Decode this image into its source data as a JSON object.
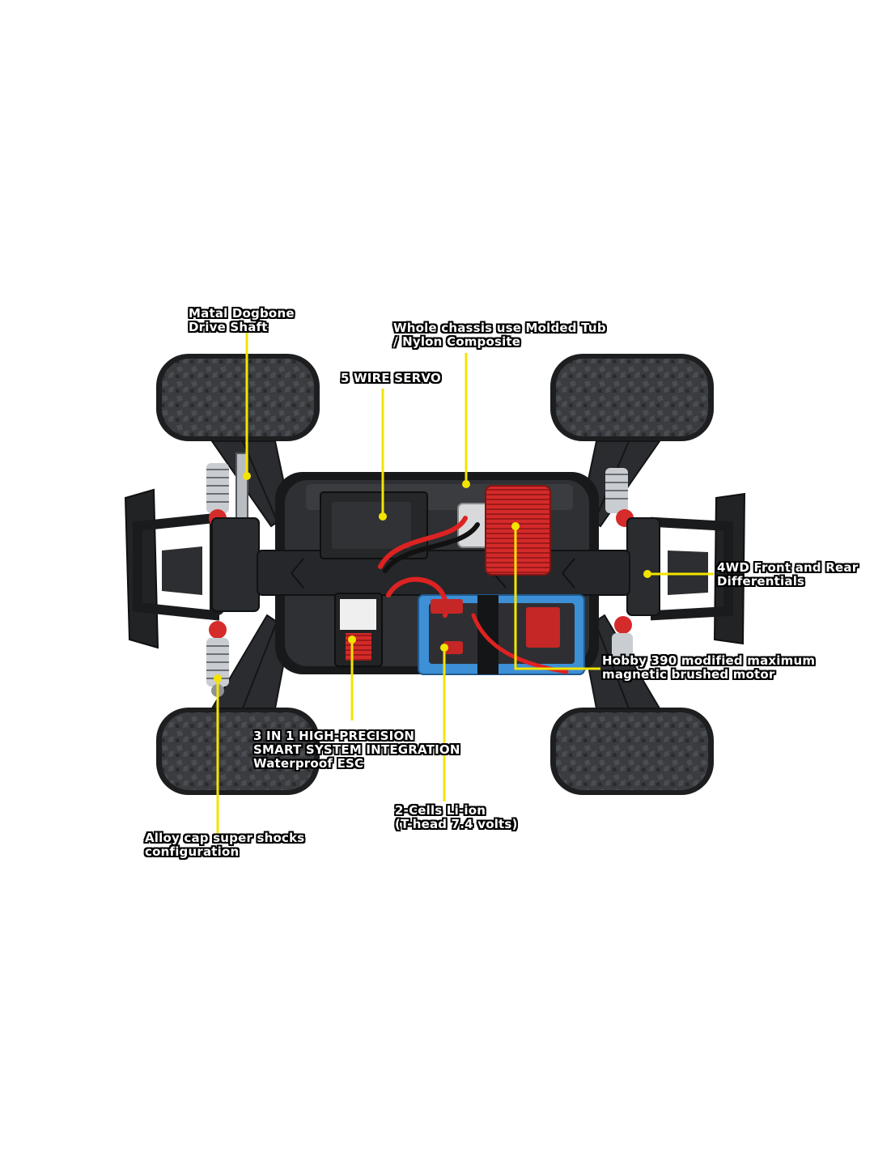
{
  "colors": {
    "leader_line": "#f2e400",
    "tire": "#3a3c3f",
    "tire_dark": "#1d1e20",
    "chassis": "#2e3033",
    "chassis_dark": "#18191b",
    "motor_red": "#d42a2a",
    "battery_blue": "#3d8fd6",
    "shock_silver": "#c9ccd0",
    "shock_red": "#d62b2b"
  },
  "callouts": {
    "dogbone": {
      "line1": "Matal Dogbone",
      "line2": "Drive Shaft"
    },
    "chassis": {
      "line1": "Whole chassis use Molded Tub",
      "line2": "/ Nylon Composite"
    },
    "servo": {
      "line1": "5 WIRE SERVO"
    },
    "differentials": {
      "line1": "4WD Front and Rear",
      "line2": "Differentials"
    },
    "motor": {
      "line1": "Hobby 390 modified maximum",
      "line2": "magnetic brushed motor"
    },
    "esc": {
      "line1": "3 IN 1 HIGH-PRECISION",
      "line2": "SMART SYSTEM INTEGRATION",
      "line3": "Waterproof ESC"
    },
    "battery": {
      "line1": "2-Cells  Li-ion",
      "line2": "(T-head 7.4 volts)"
    },
    "shocks": {
      "line1": "Alloy cap super shocks",
      "line2": "configuration"
    }
  }
}
